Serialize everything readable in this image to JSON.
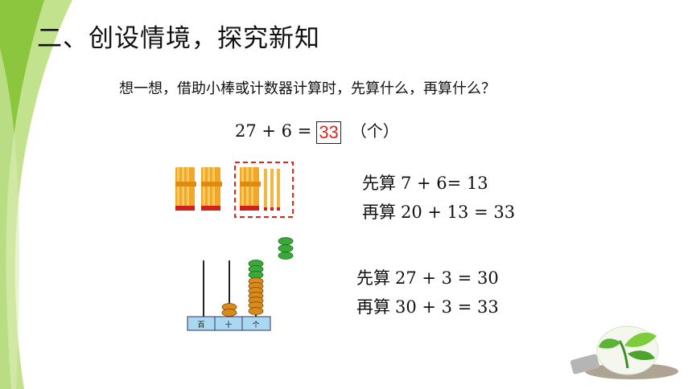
{
  "title": "二、创设情境，探究新知",
  "question": "想一想，借助小棒或计数器计算时，先算什么，再算什么？",
  "equation": {
    "left": "27 + 6 =",
    "answer": "33",
    "unit": "（个）"
  },
  "method_sticks": {
    "step1_label": "先算",
    "step1_expr": "7 + 6= 13",
    "step2_label": "再算",
    "step2_expr": "20 + 13 = 33"
  },
  "method_abacus": {
    "step1_label": "先算",
    "step1_expr": "27 + 3 = 30",
    "step2_label": "再算",
    "step2_expr": "30 + 3 = 33"
  },
  "abacus_labels": [
    "百",
    "十",
    "个"
  ],
  "colors": {
    "accent_green": "#8cc63f",
    "answer_red": "#e0261c",
    "dashed_red": "#e0261c",
    "stick_orange": "#f5a623",
    "bead_green": "#3aa93a",
    "bead_orange": "#d88a1a"
  }
}
